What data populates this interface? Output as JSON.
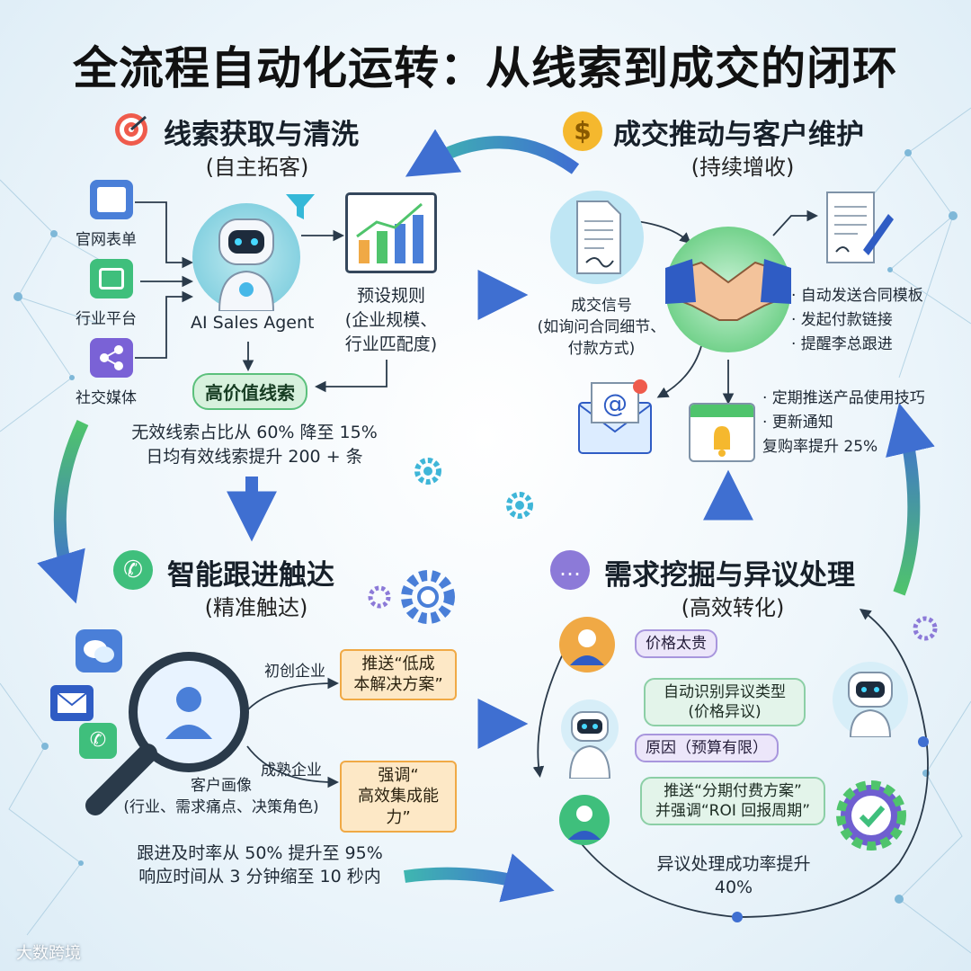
{
  "title": "全流程自动化运转：从线索到成交的闭环",
  "section1": {
    "title": "线索获取与清洗",
    "subtitle": "(自主拓客)",
    "sources": [
      "官网表单",
      "行业平台",
      "社交媒体"
    ],
    "agent_label": "AI Sales Agent",
    "rules": [
      "预设规则",
      "(企业规模、",
      "行业匹配度)"
    ],
    "result_badge": "高价值线索",
    "stats": [
      "无效线索占比从 60% 降至 15%",
      "日均有效线索提升 200 + 条"
    ]
  },
  "section2": {
    "title": "成交推动与客户维护",
    "subtitle": "(持续增收)",
    "signal": [
      "成交信号",
      "(如询问合同细节、",
      "付款方式)"
    ],
    "actions": [
      "· 自动发送合同模板",
      "· 发起付款链接",
      "· 提醒李总跟进"
    ],
    "maintenance": [
      "· 定期推送产品使用技巧",
      "· 更新通知"
    ],
    "stat": "复购率提升 25%"
  },
  "section3": {
    "title": "智能跟进触达",
    "subtitle": "(精准触达)",
    "profile": [
      "客户画像",
      "(行业、需求痛点、决策角色)"
    ],
    "branch1_label": "初创企业",
    "branch1_action": [
      "推送“低成",
      "本解决方案”"
    ],
    "branch2_label": "成熟企业",
    "branch2_action": [
      "强调“",
      "高效集成能力”"
    ],
    "stats": [
      "跟进及时率从 50% 提升至 95%",
      "响应时间从 3 分钟缩至 10 秒内"
    ]
  },
  "section4": {
    "title": "需求挖掘与异议处理",
    "subtitle": "(高效转化)",
    "objection": "价格太贵",
    "identify": [
      "自动识别异议类型",
      "(价格异议)"
    ],
    "reason": "原因（预算有限）",
    "solution": [
      "推送“分期付费方案”",
      "并强调“ROI 回报周期”"
    ],
    "stat": [
      "异议处理成功率提升",
      "40%"
    ]
  },
  "watermark": "大数跨境",
  "colors": {
    "arrow_blue": "#3f6fd1",
    "arrow_teal": "#3fb6b0",
    "arrow_green": "#4fc46c",
    "badge_green": "#5cc07c",
    "box_orange": "#f0a945"
  }
}
